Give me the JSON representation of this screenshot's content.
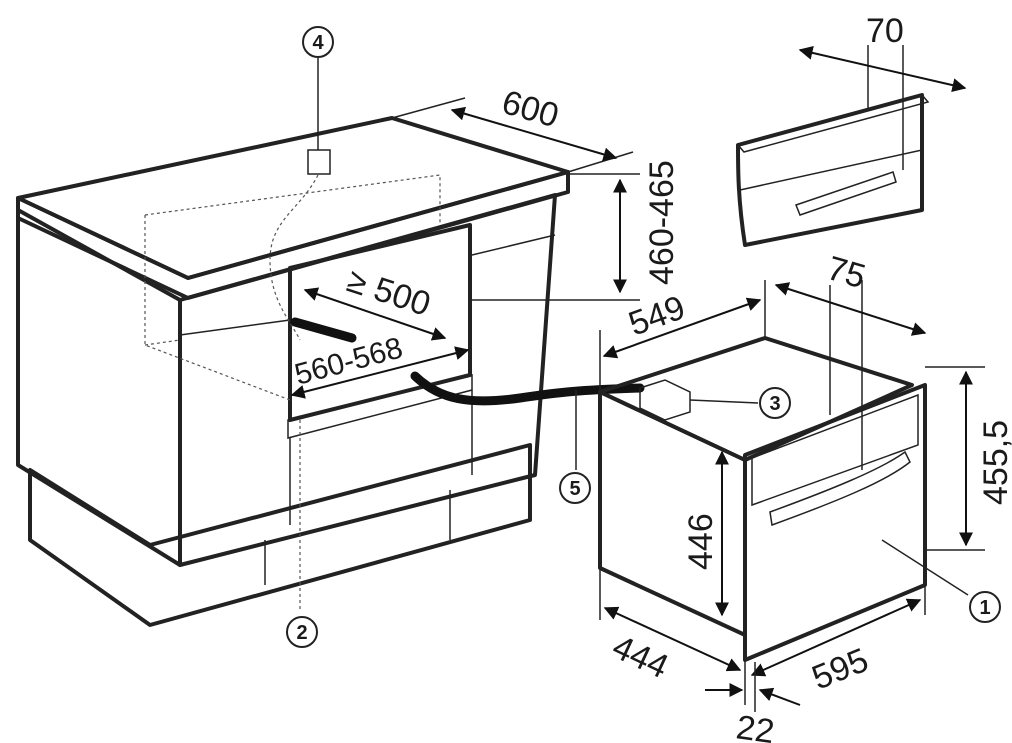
{
  "dimensions": {
    "d600": "600",
    "d460_465": "460-465",
    "d500": "≥ 500",
    "d560_568": "560-568",
    "d549": "549",
    "d75": "75",
    "d70": "70",
    "d455_5": "455,5",
    "d446": "446",
    "d444": "444",
    "d595": "595",
    "d22": "22"
  },
  "callouts": {
    "c1": "1",
    "c2": "2",
    "c3": "3",
    "c4": "4",
    "c5": "5"
  },
  "colors": {
    "body_fill": "#c9c9c9",
    "top_fill": "#bdbdbd",
    "plinth_fill": "#b3b3b3",
    "niche_fill": "#ffffff",
    "edge": "#222222"
  }
}
